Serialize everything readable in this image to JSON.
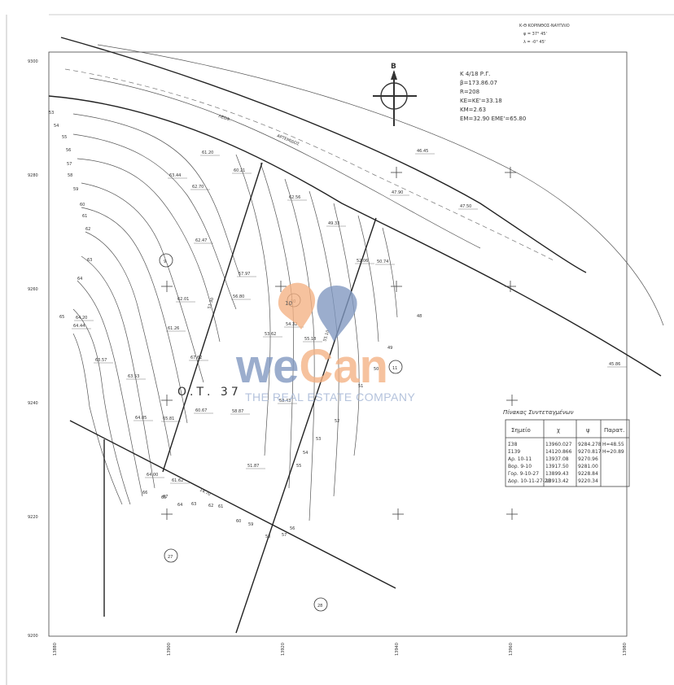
{
  "header": {
    "route": "Κ-Θ ΚΟΡΙΝΘΟΣ-ΝΑΥΠΛΙΟ",
    "lat": "φ = 37° 45'",
    "lon": "λ = -0° 45'"
  },
  "curve_params": {
    "line1": "Κ 4/18 Ρ.Γ.",
    "line2": "β=173.86.07",
    "line3": "R=208",
    "line4": "ΚΕ=ΚΕ'=33.18",
    "line5": "ΚΜ=2.63",
    "line6": "ΕΜ=32.90 ΕΜΕ'=65.80"
  },
  "north_arrow": {
    "label": "B"
  },
  "road_name": {
    "part1": "ΛΕΩΦ.",
    "part2": "ΑΡΤΕΜΙΔΟΣ"
  },
  "block_label": "Ο.Τ. 37",
  "lot_labels": [
    "9",
    "10",
    "11",
    "27",
    "28"
  ],
  "line_labels": {
    "a": "51.30",
    "b": "55.10",
    "c": "14.70"
  },
  "y_axis_ticks": [
    "9300",
    "9280",
    "9260",
    "9240",
    "9220",
    "9200"
  ],
  "x_axis_ticks": [
    "13880",
    "13900",
    "13920",
    "13940",
    "13960",
    "13980"
  ],
  "contour_labels": [
    "53",
    "54",
    "55",
    "56",
    "57",
    "58",
    "59",
    "60",
    "61",
    "62",
    "63",
    "64",
    "65",
    "66",
    "67",
    "48",
    "49",
    "50",
    "51",
    "52",
    "53",
    "54",
    "55",
    "56",
    "57",
    "58",
    "59",
    "60",
    "61",
    "62",
    "63",
    "64",
    "65"
  ],
  "spot_heights": [
    "63.44",
    "62.70",
    "62.47",
    "62.01",
    "61.26",
    "67.62",
    "64.44",
    "64.20",
    "63.53",
    "63.57",
    "64.05",
    "65.81",
    "64.00",
    "61.62",
    "60.67",
    "58.87",
    "57.97",
    "56.80",
    "53.62",
    "51.87",
    "50.74",
    "54.32",
    "55.18",
    "58.43",
    "60.21",
    "61.20",
    "62.56",
    "52.06",
    "49.33",
    "47.90",
    "46.45",
    "47.50",
    "45.86"
  ],
  "watermark": {
    "brand_a": "we",
    "brand_b": "Can",
    "tagline": "THE REAL ESTATE COMPANY",
    "badge_text": "10"
  },
  "coord_table": {
    "title": "Πίνακας Συντεταγμένων",
    "headers": [
      "Σημείο",
      "χ",
      "ψ",
      "Παρατ."
    ],
    "rows": [
      [
        "Σ38",
        "13960.027",
        "9284.278",
        "Η=48.55"
      ],
      [
        "Σ139",
        "14120.866",
        "9270.817",
        "Η=20.89"
      ],
      [
        "Αρ. 10-11",
        "13937.08",
        "9270.96",
        ""
      ],
      [
        "Βορ. 9-10",
        "13917.50",
        "9281.00",
        ""
      ],
      [
        "Γορ. 9-10-27",
        "13899.43",
        "9228.84",
        ""
      ],
      [
        "Δορ. 10-11-27-28",
        "13913.42",
        "9220.34",
        ""
      ]
    ]
  },
  "colors": {
    "watermark_orange": "#f4b183",
    "watermark_blue": "#7f97c0",
    "linework": "#333333"
  }
}
